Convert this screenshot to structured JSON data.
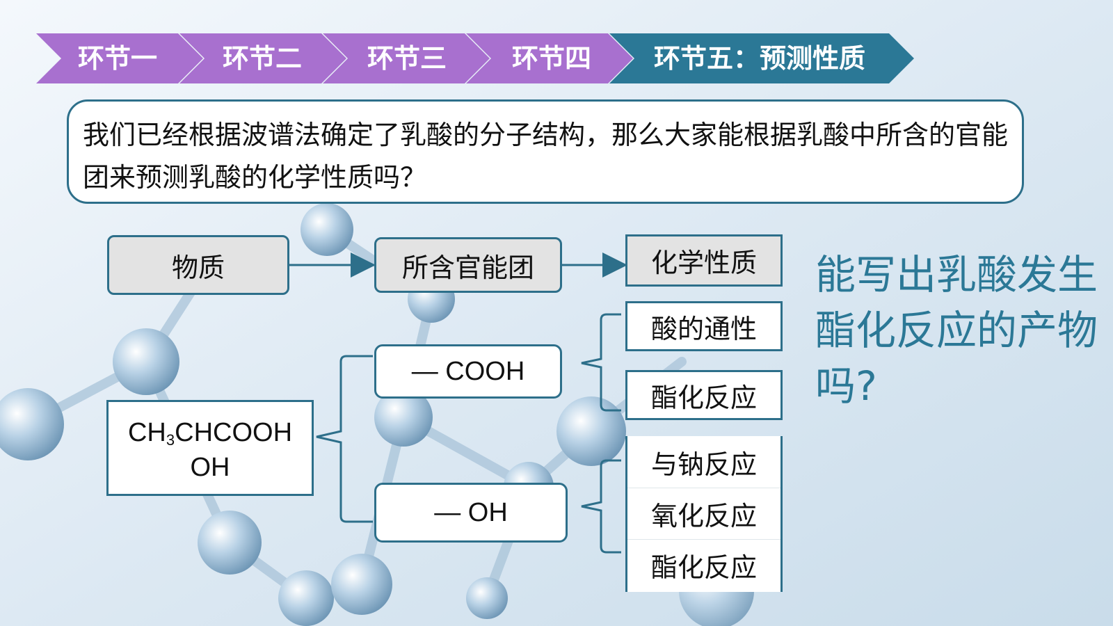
{
  "steps": [
    {
      "label": "环节一",
      "color": "#a870cf"
    },
    {
      "label": "环节二",
      "color": "#a870cf"
    },
    {
      "label": "环节三",
      "color": "#a870cf"
    },
    {
      "label": "环节四",
      "color": "#a870cf"
    },
    {
      "label": "环节五：预测性质",
      "color": "#2b7896"
    }
  ],
  "question": "我们已经根据波谱法确定了乳酸的分子结构，那么大家能根据乳酸中所含的官能团来预测乳酸的化学性质吗？",
  "headers": {
    "substance": "物质",
    "groups": "所含官能团",
    "properties": "化学性质"
  },
  "formula": {
    "line1_a": "CH",
    "line1_sub": "3",
    "line1_b": "CHCOOH",
    "line2": "OH"
  },
  "functional_groups": {
    "cooh": "— COOH",
    "oh": "— OH"
  },
  "cooh_properties": [
    "酸的通性",
    "酯化反应"
  ],
  "oh_properties": [
    "与钠反应",
    "氧化反应",
    "酯化反应"
  ],
  "side_question": "能写出乳酸发生酯化反应的产物吗?",
  "colors": {
    "accent": "#2d6f8a",
    "step_past": "#a870cf",
    "step_current": "#2b7896",
    "side_text": "#2b7896"
  }
}
